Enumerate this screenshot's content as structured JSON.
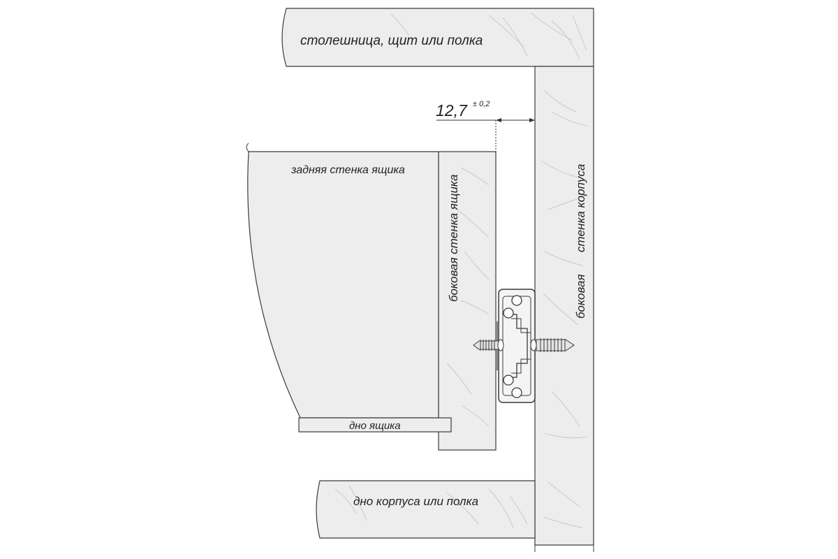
{
  "labels": {
    "countertop": "столешница, щит или полка",
    "drawer_back": "задняя стенка ящика",
    "drawer_side": "боковая стенка ящика",
    "cabinet_side_a": "боковая",
    "cabinet_side_b": "стенка корпуса",
    "drawer_bottom": "дно ящика",
    "cabinet_bottom": "дно корпуса или полка"
  },
  "dimension": {
    "value": "12,7",
    "tolerance": "± 0,2"
  },
  "colors": {
    "panel_fill": "#ededed",
    "stroke": "#3a3a3a",
    "grain": "#c8c8c8"
  }
}
